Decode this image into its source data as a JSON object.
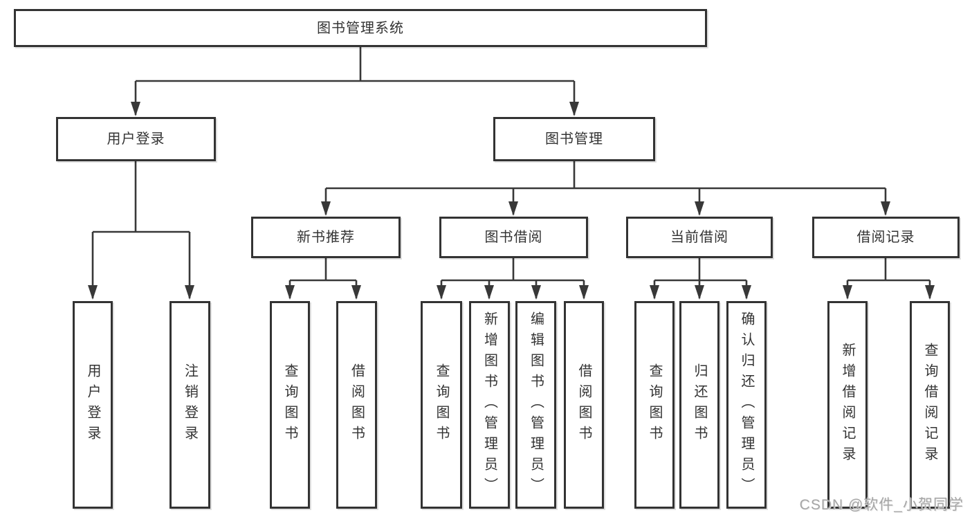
{
  "tree": {
    "label": "图书管理系统",
    "children": [
      {
        "label": "用户登录",
        "children": [
          {
            "label": "用户登录"
          },
          {
            "label": "注销登录"
          }
        ]
      },
      {
        "label": "图书管理",
        "children": [
          {
            "label": "新书推荐",
            "children": [
              {
                "label": "查询图书"
              },
              {
                "label": "借阅图书"
              }
            ]
          },
          {
            "label": "图书借阅",
            "children": [
              {
                "label": "查询图书"
              },
              {
                "label": "新增图书（管理员）"
              },
              {
                "label": "编辑图书（管理员）"
              },
              {
                "label": "借阅图书"
              }
            ]
          },
          {
            "label": "当前借阅",
            "children": [
              {
                "label": "查询图书"
              },
              {
                "label": "归还图书"
              },
              {
                "label": "确认归还（管理员）"
              }
            ]
          },
          {
            "label": "借阅记录",
            "children": [
              {
                "label": "新增借阅记录"
              },
              {
                "label": "查询借阅记录"
              }
            ]
          }
        ]
      }
    ]
  },
  "watermark": "CSDN @软件_小贺同学",
  "colors": {
    "line": "#383838",
    "border": "#333333",
    "text": "#333333",
    "watermark": "#a6a6a6",
    "background": "#ffffff"
  }
}
